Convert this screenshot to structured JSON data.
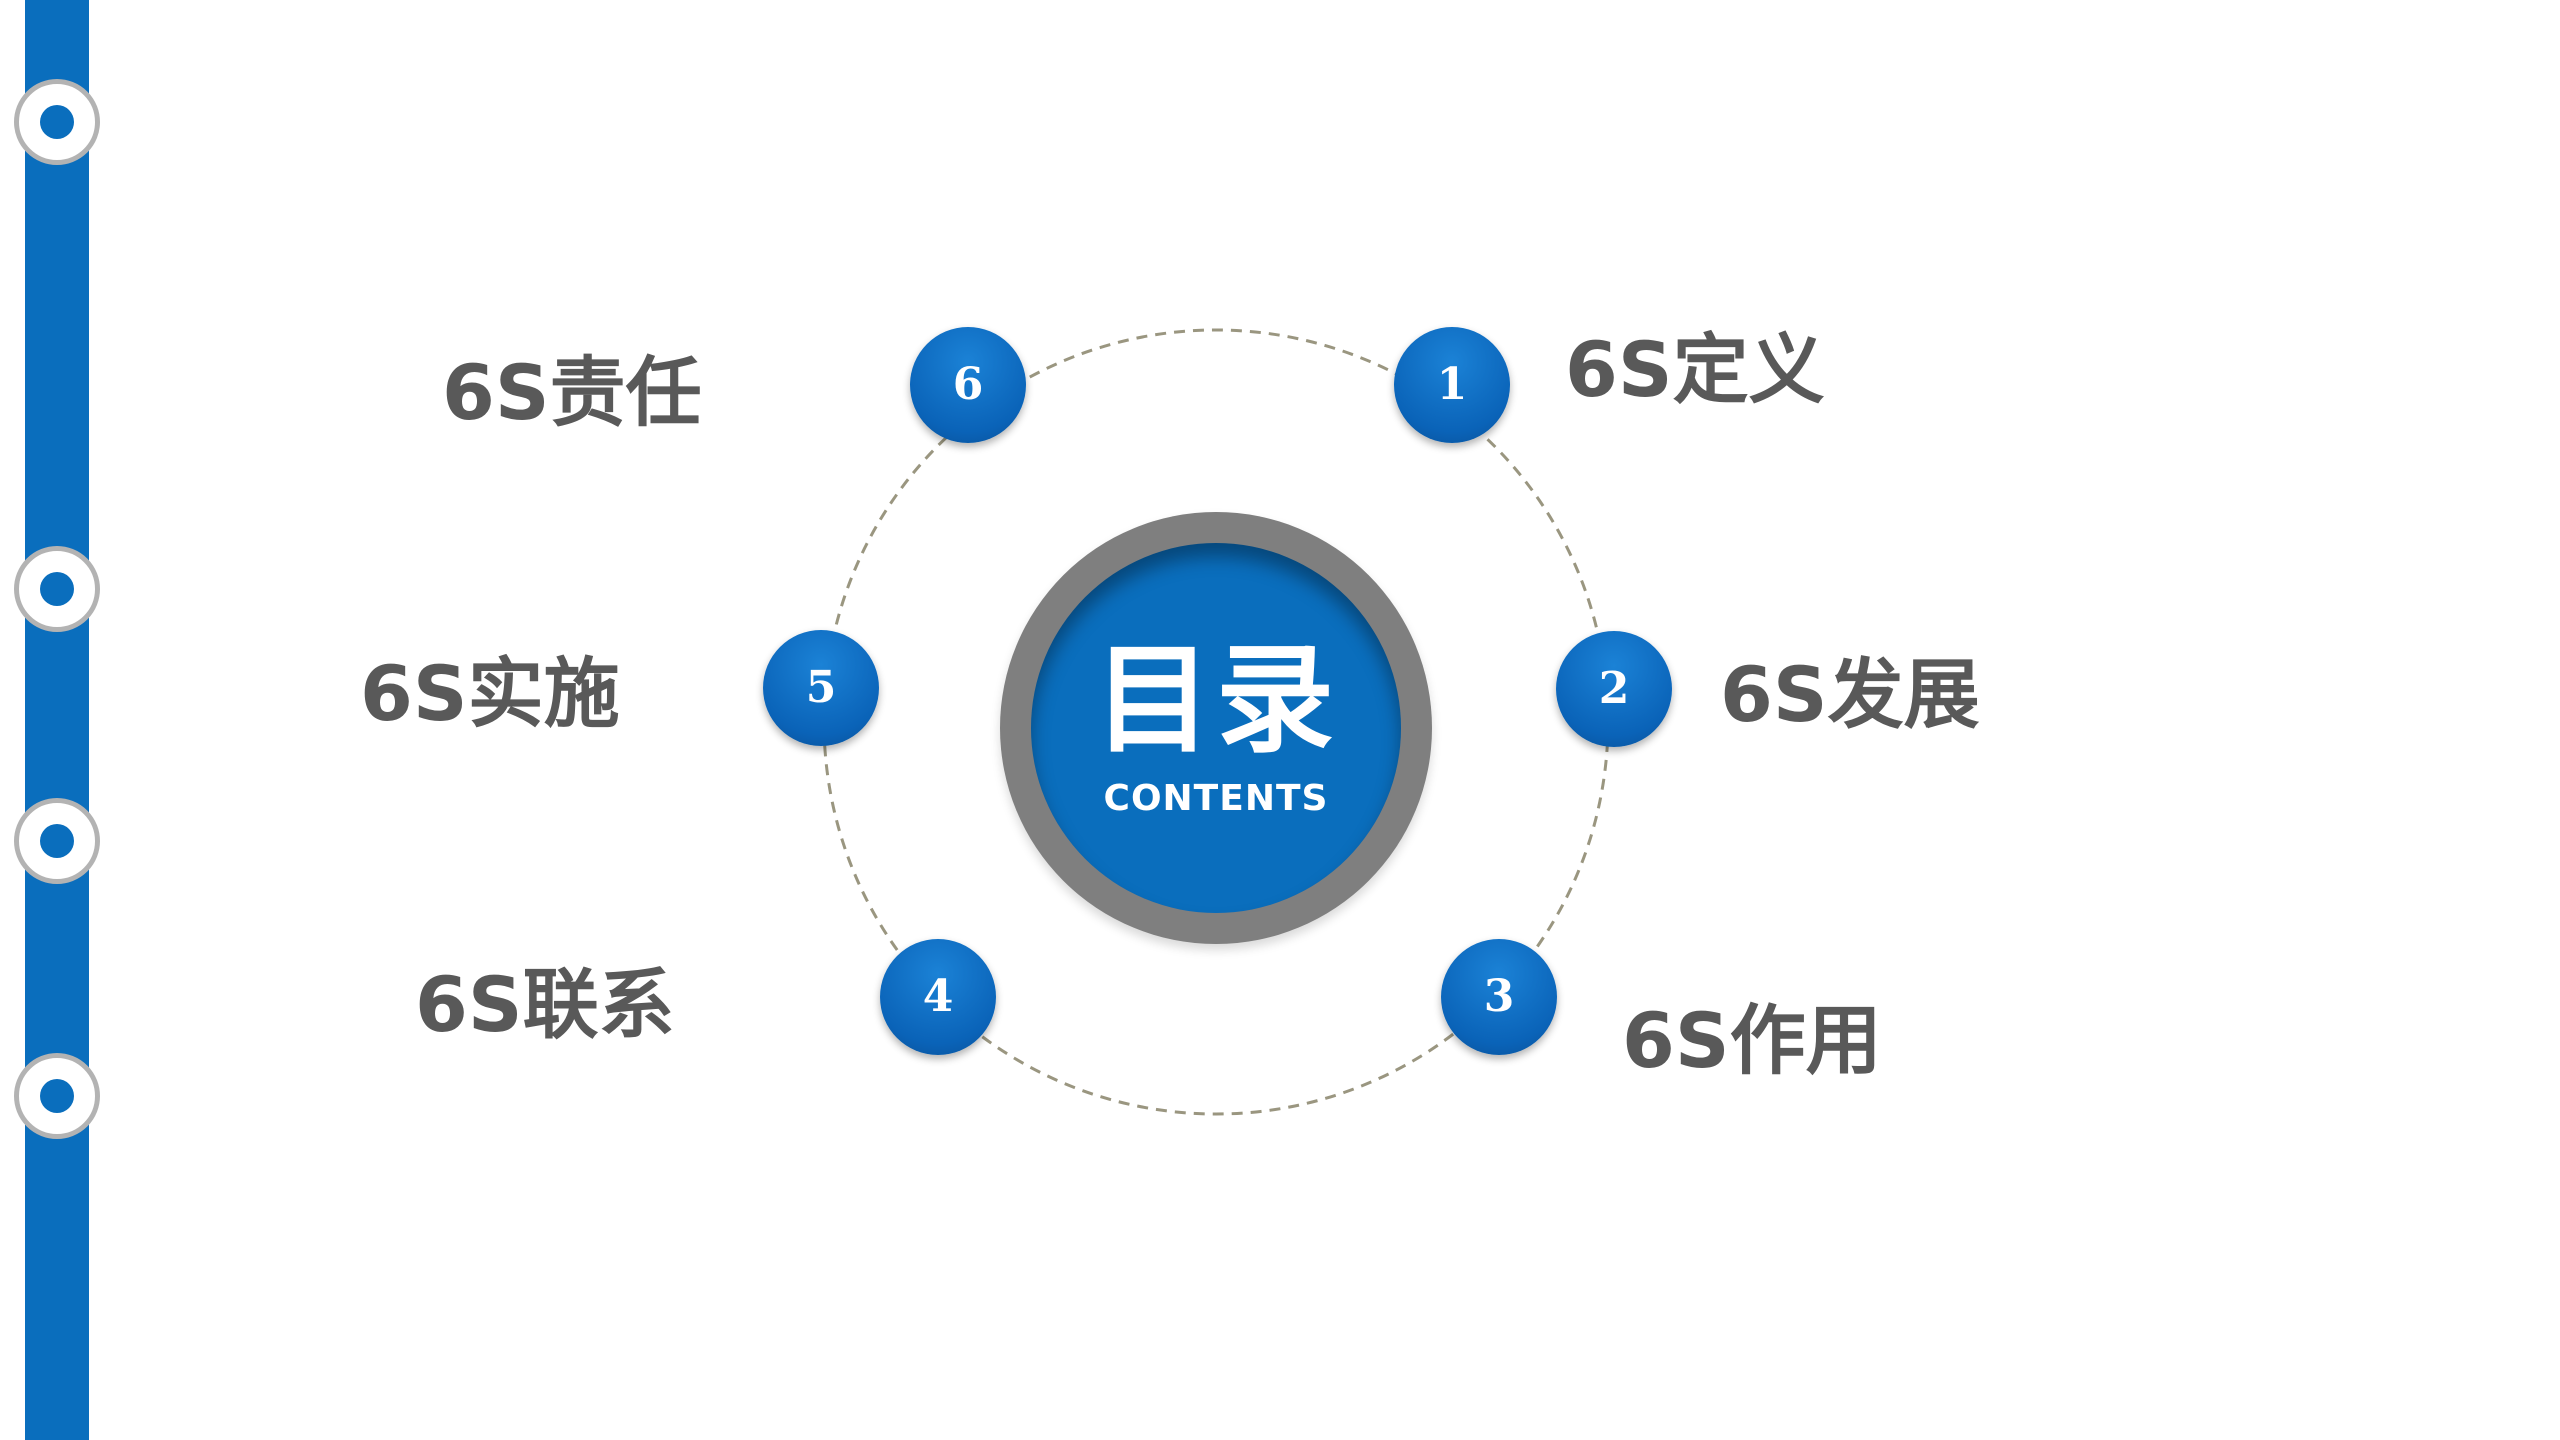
{
  "colors": {
    "accent": "#0a6ebd",
    "ring_gray": "#7f7f7f",
    "label_gray": "#595959",
    "dash": "#9a9680",
    "node_border": "#b3b3b3"
  },
  "center": {
    "title": "目录",
    "subtitle": "CONTENTS"
  },
  "items": [
    {
      "number": "1",
      "label": "6S定义"
    },
    {
      "number": "2",
      "label": "6S发展"
    },
    {
      "number": "3",
      "label": "6S作用"
    },
    {
      "number": "4",
      "label": "6S联系"
    },
    {
      "number": "5",
      "label": "6S实施"
    },
    {
      "number": "6",
      "label": "6S责任"
    }
  ]
}
